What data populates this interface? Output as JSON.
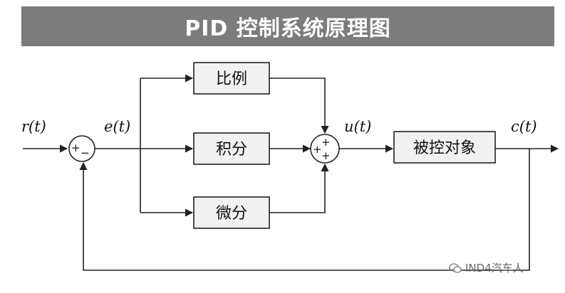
{
  "title": "PID 控制系统原理图",
  "blocks": {
    "proportional": "比例",
    "integral": "积分",
    "derivative": "微分",
    "plant": "被控对象"
  },
  "signals": {
    "reference": "r(t)",
    "error": "e(t)",
    "control": "u(t)",
    "output": "c(t)"
  },
  "summing_junction_1": {
    "plus": "+",
    "minus": "−"
  },
  "summing_junction_2": {
    "plus_top": "+",
    "plus_left": "+",
    "plus_bottom": "+"
  },
  "watermark": {
    "icon": "wechat-icon",
    "text": "IND4汽车人"
  },
  "colors": {
    "title_bar": "#7c7c7c",
    "title_text": "#ffffff",
    "block_fill": "#f1f1f1",
    "line": "#222222"
  }
}
